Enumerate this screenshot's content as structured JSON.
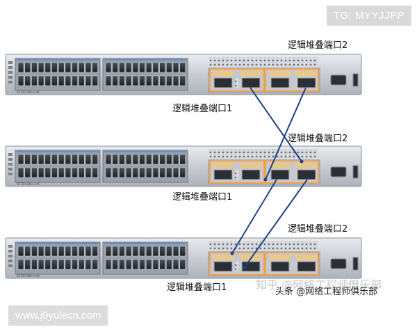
{
  "watermark_top": "TG: MYYJJPP",
  "watermark_bottom": "www.j9yulecn.com",
  "watermark_zhihu": "知乎 @网络工程师俱乐部",
  "watermark_toutiao": "头条 @网络工程师俱乐部",
  "switches": [
    {
      "port1_label": "逻辑堆叠端口1",
      "port2_label": "逻辑堆叠端口2",
      "model": "S5720-28X-LI-AC"
    },
    {
      "port1_label": "逻辑堆叠端口1",
      "port2_label": "逻辑堆叠端口2",
      "model": "S5720-28X-LI-AC"
    },
    {
      "port1_label": "逻辑堆叠端口1",
      "port2_label": "逻辑堆叠端口2",
      "model": "S5720-28X-LI-AC"
    }
  ],
  "colors": {
    "cable": "#1d3f8c",
    "sfp_highlight": "#f3a04a",
    "chassis": "#c8ccd2"
  }
}
